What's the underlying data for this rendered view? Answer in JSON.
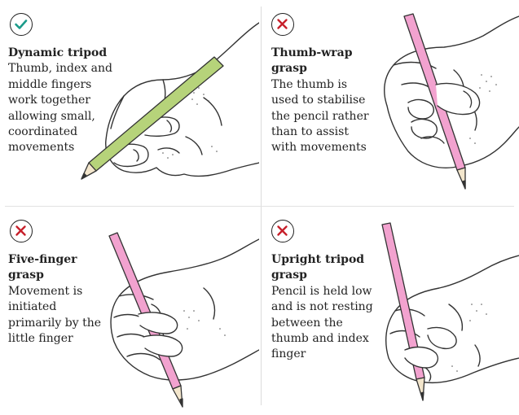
{
  "colors": {
    "check": "#1b9b8a",
    "cross": "#c7202b",
    "pencil_good": "#b6d37a",
    "pencil_bad": "#f2a2cf",
    "ink": "#333333"
  },
  "panels": [
    {
      "status": "correct",
      "icon": "checkmark-icon",
      "title": "Dynamic tripod",
      "description": "Thumb, index and middle fingers work together allowing small, coordinated movements"
    },
    {
      "status": "incorrect",
      "icon": "cross-icon",
      "title": "Thumb-wrap grasp",
      "description": "The thumb is used to stabilise the pencil rather than to assist with movements"
    },
    {
      "status": "incorrect",
      "icon": "cross-icon",
      "title": "Five-finger grasp",
      "description": "Movement is initiated primarily by the little finger"
    },
    {
      "status": "incorrect",
      "icon": "cross-icon",
      "title": "Upright tripod grasp",
      "description": "Pencil is held low and is not resting between the thumb and index finger"
    }
  ]
}
